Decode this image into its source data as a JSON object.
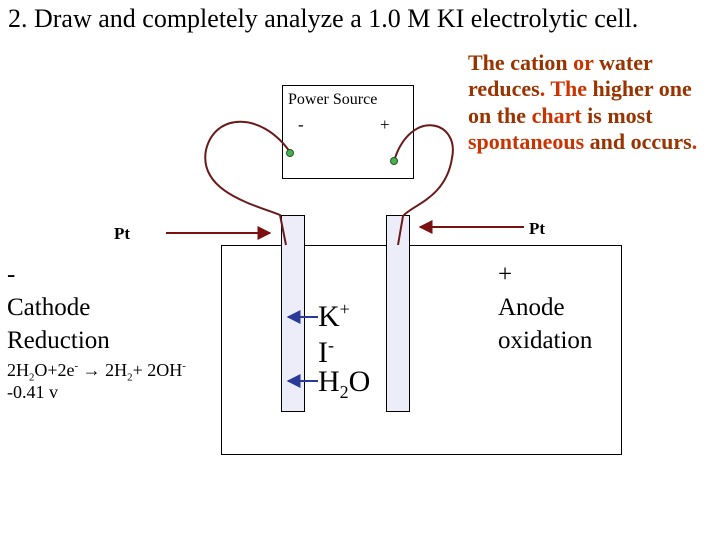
{
  "title": "2. Draw and completely analyze a 1.0 M KI electrolytic cell.",
  "note": {
    "w1": "The",
    "w2": " cation ",
    "w3": "or",
    "w4": " water reduces",
    "w5": ". ",
    "w6": "The",
    "w7": " higher one on the ",
    "w8": "chart",
    "w9": " is most ",
    "w10": "spontaneous",
    "w11": " and occurs",
    "w12": "."
  },
  "power_source": {
    "label": "Power Source",
    "minus": "-",
    "plus": "+"
  },
  "electrodes": {
    "left_label": "Pt",
    "right_label": "Pt"
  },
  "cathode": {
    "sign": "-",
    "name": "Cathode",
    "process": "Reduction",
    "eq": {
      "a": "2H",
      "b": "2",
      "c": "O+2e",
      "d": "-",
      "e": " → 2H",
      "f": "2",
      "g": "+ 2OH",
      "h": "-"
    },
    "voltage": "-0.41 v"
  },
  "anode": {
    "sign": "+",
    "name": "Anode",
    "process": "oxidation"
  },
  "species": {
    "k": "K",
    "k_charge": "+",
    "i": "I",
    "i_charge": "-",
    "h2o_a": "H",
    "h2o_sub": "2",
    "h2o_b": "O"
  },
  "colors": {
    "arrow": "#7a1010",
    "note_brown": "#993300",
    "note_red": "#cc3300",
    "electrode_fill": "#ededfa",
    "terminal": "#4caf50"
  }
}
